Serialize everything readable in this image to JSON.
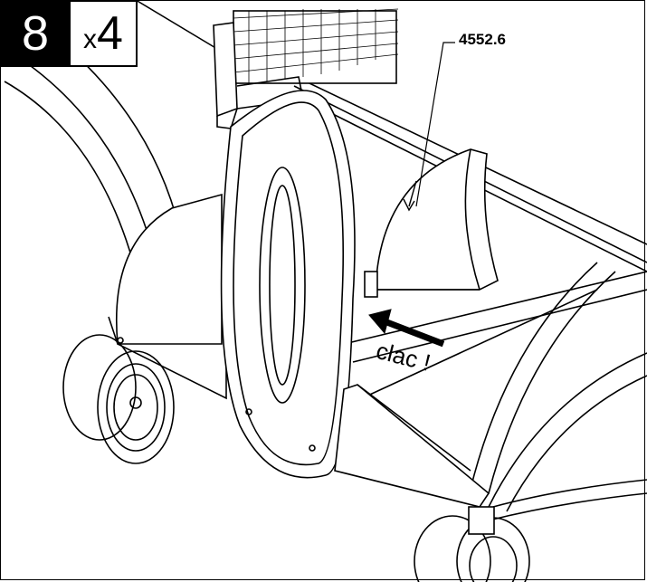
{
  "step": {
    "number": "8",
    "quantity_prefix": "x",
    "quantity": "4"
  },
  "part_number": "4552.6",
  "callout_text": "clac !",
  "colors": {
    "line": "#000000",
    "background": "#ffffff"
  }
}
